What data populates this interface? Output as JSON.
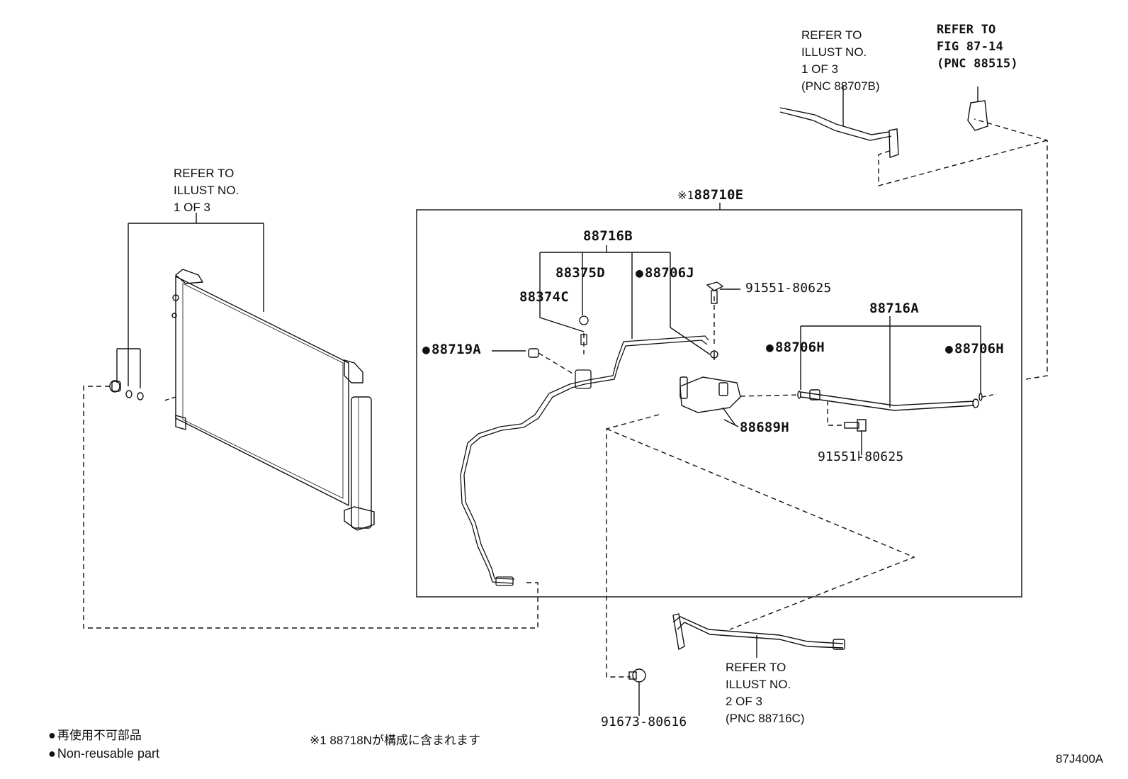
{
  "diagram": {
    "assembly": {
      "marker": "※1",
      "part_no": "88710E"
    },
    "parts": {
      "p88716B": "88716B",
      "p88375D": "88375D",
      "p88374C": "88374C",
      "p88706J": "88706J",
      "p88719A": "88719A",
      "p91551_top": "91551-80625",
      "p88716A": "88716A",
      "p88706H_left": "88706H",
      "p88706H_right": "88706H",
      "p88689H": "88689H",
      "p91551_bottom": "91551-80625",
      "p91673": "91673-80616"
    },
    "refs": {
      "condenser_ref": "REFER TO\nILLUST NO.\n1 OF 3",
      "hose_top_ref": "REFER TO\nILLUST NO.\n1 OF 3\n(PNC 88707B)",
      "fig_ref": "REFER TO\nFIG 87-14\n(PNC 88515)",
      "pipe_bottom_ref": "REFER TO\nILLUST NO.\n2 OF 3\n(PNC 88716C)"
    },
    "legend": {
      "jp": "再使用不可部品",
      "en": "Non-reusable part",
      "note": "※1 88718Nが構成に含まれます"
    },
    "code": "87J400A",
    "symbols": {
      "non_reusable": "filled-circle"
    }
  }
}
